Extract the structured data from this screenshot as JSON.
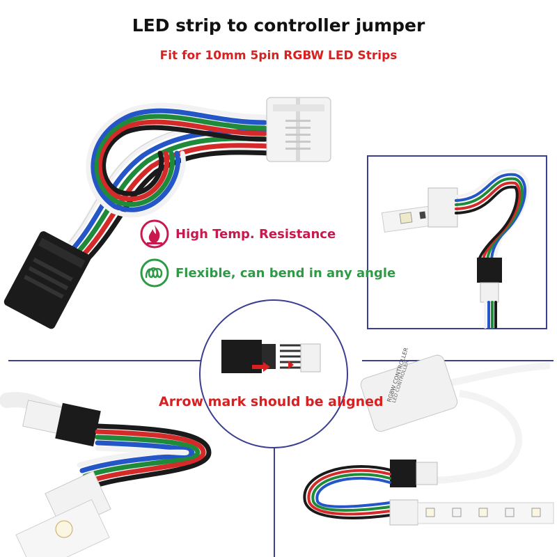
{
  "header": {
    "title": "LED strip to controller jumper",
    "subtitle": "Fit for 10mm 5pin RGBW LED Strips"
  },
  "features": [
    {
      "label": "High Temp. Resistance",
      "icon": "flame-icon",
      "color": "#c8194f"
    },
    {
      "label": "Flexible, can bend in any angle",
      "icon": "coil-icon",
      "color": "#2f9a46"
    }
  ],
  "annotation": {
    "text": "Arrow mark should be aligned",
    "color": "#d82020"
  },
  "controller": {
    "line1": "RGBW CONTROLLER",
    "line2": "LED CONTROLLER"
  },
  "colors": {
    "accent_red": "#d82020",
    "frame_blue": "#3a3f8f",
    "wire_white": "#f2f2f2",
    "wire_blue": "#2456c8",
    "wire_green": "#1f8a3a",
    "wire_red": "#d42a2a",
    "wire_black": "#1a1a1a"
  }
}
